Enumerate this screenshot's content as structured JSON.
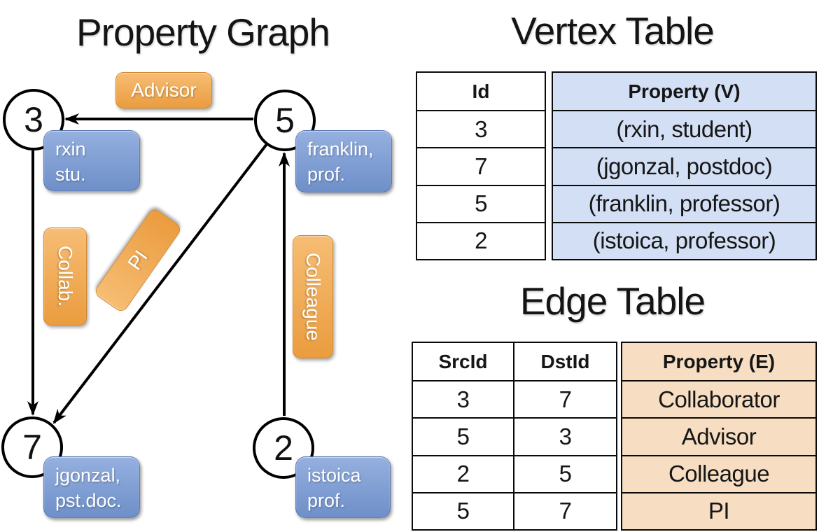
{
  "titles": {
    "graph": "Property Graph",
    "vertex_table": "Vertex Table",
    "edge_table": "Edge Table"
  },
  "graph": {
    "nodes": [
      {
        "id": "3",
        "prop_line1": "rxin",
        "prop_line2": "stu."
      },
      {
        "id": "5",
        "prop_line1": "franklin,",
        "prop_line2": "prof."
      },
      {
        "id": "7",
        "prop_line1": "jgonzal,",
        "prop_line2": "pst.doc."
      },
      {
        "id": "2",
        "prop_line1": "istoica",
        "prop_line2": "prof."
      }
    ],
    "edge_labels": [
      {
        "label": "Advisor"
      },
      {
        "label": "Collab."
      },
      {
        "label": "PI"
      },
      {
        "label": "Colleague"
      }
    ],
    "edges": [
      {
        "src": "5",
        "dst": "3",
        "label": "Advisor"
      },
      {
        "src": "3",
        "dst": "7",
        "label": "Collab."
      },
      {
        "src": "5",
        "dst": "7",
        "label": "PI"
      },
      {
        "src": "2",
        "dst": "5",
        "label": "Colleague"
      }
    ]
  },
  "vertex_table": {
    "columns": [
      "Id",
      "Property (V)"
    ],
    "rows": [
      [
        "3",
        "(rxin, student)"
      ],
      [
        "7",
        "(jgonzal, postdoc)"
      ],
      [
        "5",
        "(franklin, professor)"
      ],
      [
        "2",
        "(istoica, professor)"
      ]
    ]
  },
  "edge_table": {
    "columns": [
      "SrcId",
      "DstId",
      "Property (E)"
    ],
    "rows": [
      [
        "3",
        "7",
        "Collaborator"
      ],
      [
        "5",
        "3",
        "Advisor"
      ],
      [
        "2",
        "5",
        "Colleague"
      ],
      [
        "5",
        "7",
        "PI"
      ]
    ]
  },
  "colors": {
    "edge_label_orange_top": "#F6BD74",
    "edge_label_orange_bottom": "#EB9C3E",
    "vertex_prop_blue_top": "#95B0E0",
    "vertex_prop_blue_bottom": "#6E8FC8",
    "vertex_table_fill": "#D3DFF4",
    "edge_table_fill": "#F7DEC2",
    "line_color": "#000000",
    "node_fill": "#ffffff"
  }
}
